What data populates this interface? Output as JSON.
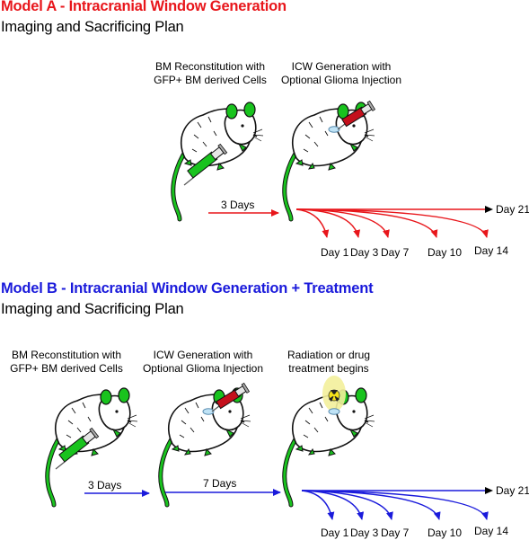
{
  "model_a": {
    "title": "Model A - Intracranial Window Generation",
    "subtitle": "Imaging and Sacrificing Plan",
    "step1_line1": "BM Reconstitution with",
    "step1_line2": "GFP+ BM derived Cells",
    "step2_line1": "ICW Generation with",
    "step2_line2": "Optional Glioma Injection",
    "interval1": "3 Days",
    "end_label": "Day 21",
    "days": [
      "Day 1",
      "Day 3",
      "Day 7",
      "Day 10",
      "Day 14"
    ]
  },
  "model_b": {
    "title": "Model B - Intracranial Window Generation + Treatment",
    "subtitle": "Imaging and Sacrificing Plan",
    "step1_line1": "BM Reconstitution with",
    "step1_line2": "GFP+ BM derived Cells",
    "step2_line1": "ICW Generation with",
    "step2_line2": "Optional Glioma Injection",
    "step3_line1": "Radiation or drug",
    "step3_line2": "treatment begins",
    "interval1": "3 Days",
    "interval2": "7 Days",
    "end_label": "Day 21",
    "days": [
      "Day 1",
      "Day 3",
      "Day 7",
      "Day 10",
      "Day 14"
    ]
  },
  "colors": {
    "model_a": "#e8161b",
    "model_b": "#1a1adb",
    "gfp_green": "#19c31e",
    "syringe_red": "#c4101c",
    "radiation_glow": "#f3ef9b"
  }
}
